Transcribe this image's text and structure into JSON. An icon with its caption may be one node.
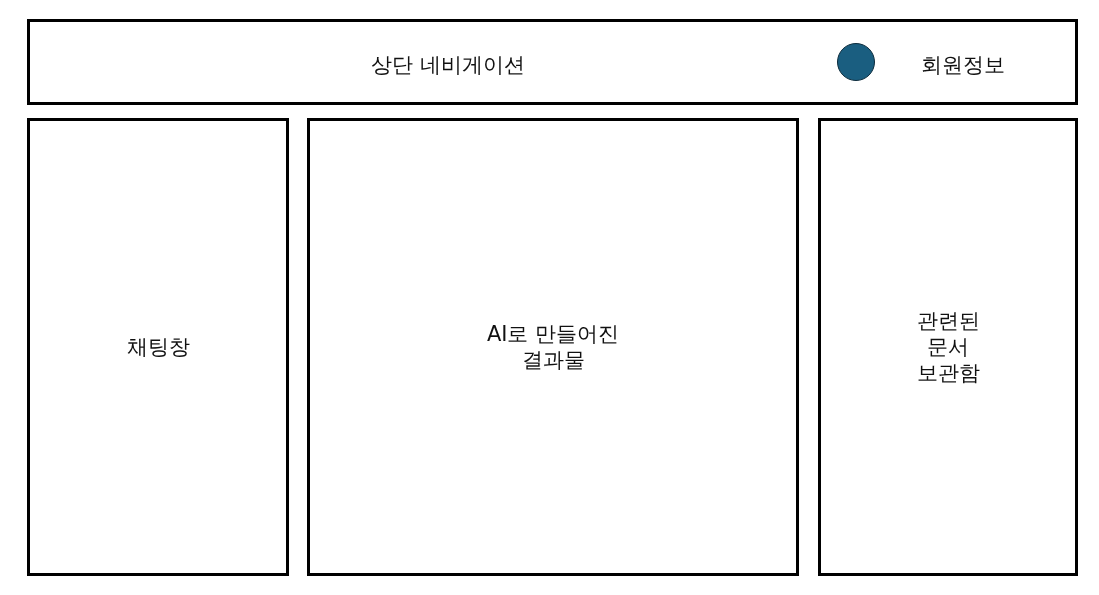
{
  "diagram": {
    "nodes": [
      {
        "text": [
          "상단 네비게이션",
          "회원정보"
        ]
      },
      {
        "text": [],
        "shape": "circle",
        "in": 0
      },
      {
        "text": [
          "채팅창"
        ]
      },
      {
        "text": [
          "AI로 만들어진 결과물"
        ]
      },
      {
        "text": [
          "관련된 문서 보관함"
        ]
      }
    ]
  }
}
